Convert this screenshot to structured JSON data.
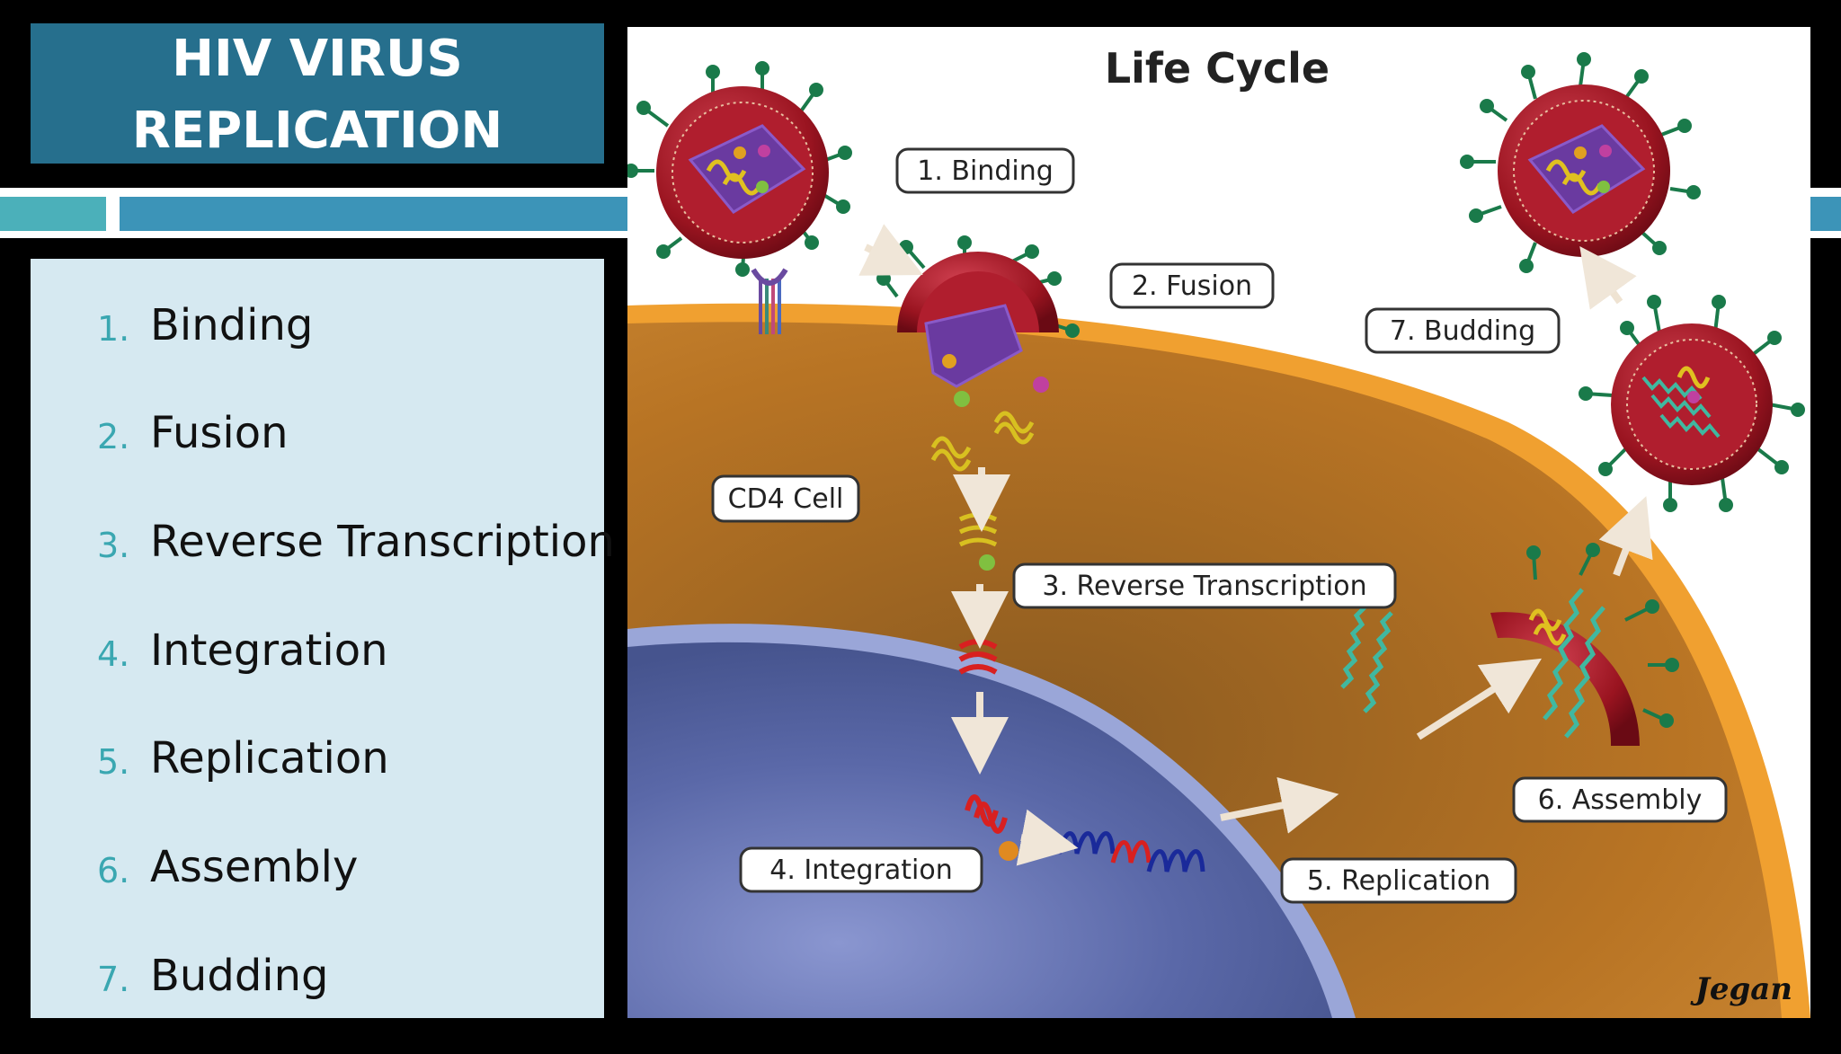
{
  "slide": {
    "title_line1": "HIV VIRUS",
    "title_line2": "REPLICATION"
  },
  "steps_list": [
    {
      "number": "1.",
      "label": "Binding"
    },
    {
      "number": "2.",
      "label": "Fusion"
    },
    {
      "number": "3.",
      "label": "Reverse Transcription"
    },
    {
      "number": "4.",
      "label": "Integration"
    },
    {
      "number": "5.",
      "label": "Replication"
    },
    {
      "number": "6.",
      "label": "Assembly"
    },
    {
      "number": "7.",
      "label": "Budding"
    }
  ],
  "diagram": {
    "title": "Life Cycle",
    "cell_label": "CD4 Cell",
    "step_labels": {
      "binding": "1. Binding",
      "fusion": "2. Fusion",
      "reverse_transcription": "3. Reverse Transcription",
      "integration": "4. Integration",
      "replication": "5. Replication",
      "assembly": "6. Assembly",
      "budding": "7. Budding"
    },
    "signature": "Jegan"
  },
  "colors": {
    "title_bg": "#266f8d",
    "list_bg": "#d6e9f1",
    "list_number": "#3aa7b1",
    "band_blue": "#3c94b8",
    "band_teal": "#4bb0ba",
    "cell_membrane": "#f0a030",
    "cytoplasm": "#b87020",
    "nucleus": "#4a5a9a",
    "virus_red": "#9a1420",
    "spike_green": "#1a7a4a"
  }
}
